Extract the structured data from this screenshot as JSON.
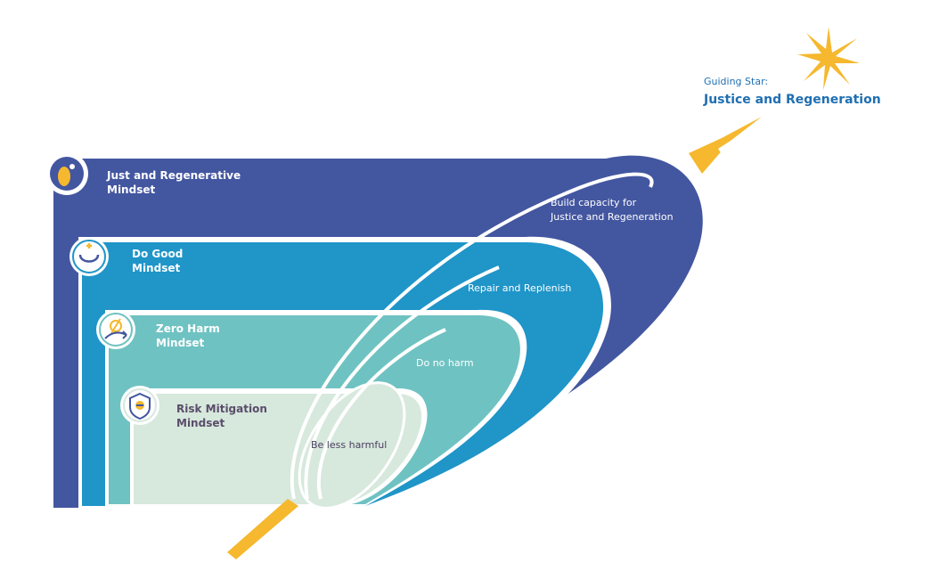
{
  "guiding_star": {
    "prefix": "Guiding Star:",
    "title": "Justice and Regeneration"
  },
  "mindsets": [
    {
      "line1": "Just and Regenerative",
      "line2": "Mindset",
      "action": "Build capacity for",
      "action2": "Justice and Regeneration",
      "color": "#4356a0",
      "icon": "leaf-person-icon"
    },
    {
      "line1": "Do Good",
      "line2": "Mindset",
      "action": "Repair and Replenish",
      "color": "#1f95c8",
      "icon": "plus-cycle-icon"
    },
    {
      "line1": "Zero Harm",
      "line2": "Mindset",
      "action": "Do no harm",
      "color": "#6fc2c2",
      "icon": "null-arrow-icon"
    },
    {
      "line1": "Risk Mitigation",
      "line2": "Mindset",
      "action": "Be less harmful",
      "color": "#d7e8dd",
      "icon": "shield-minus-icon"
    }
  ],
  "colors": {
    "arrow": "#f5b82e",
    "star": "#f5b82e",
    "title": "#1f6fb2"
  }
}
